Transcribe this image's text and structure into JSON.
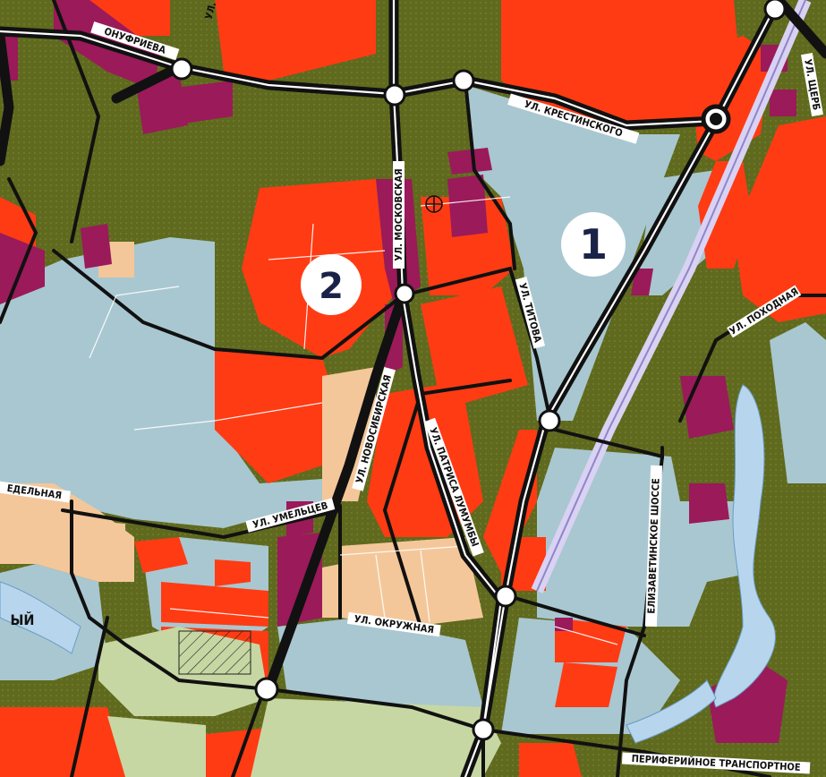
{
  "map": {
    "zone_colors": {
      "residential": "#ff3b14",
      "industrial": "#a9c7d0",
      "green": "#5f6a1e",
      "public": "#9a1a5a",
      "low_rise": "#f4c79a",
      "park": "#c7d7a3",
      "water": "#b7d6ee"
    },
    "markers": [
      {
        "id": "1",
        "label": "1"
      },
      {
        "id": "2",
        "label": "2"
      }
    ],
    "streets": {
      "onufrieva": "ОНУФРИЕВА",
      "krestinskogo": "УЛ. КРЕСТИНСКОГО",
      "moskovskaya": "УЛ. МОСКОВСКАЯ",
      "titova": "УЛ. ТИТОВА",
      "pokhodnaya": "УЛ. ПОХОДНАЯ",
      "novosibirskaya": "УЛ. НОВОСИБИРСКАЯ",
      "patrisa_lumumby": "УЛ. ПАТРИСА ЛУМУМБЫ",
      "umeltsev": "УЛ. УМЕЛЬЦЕВ",
      "nedelnaya": "ЕДЕЛЬНАЯ",
      "okruzhnaya": "УЛ. ОКРУЖНАЯ",
      "elizavetinskoe": "ЕЛИЗАВЕТИНСКОЕ ШОССЕ",
      "periferiynoe": "ПЕРИФЕРИЙНОЕ ТРАНСПОРТНОЕ",
      "shcherb": "УЛ. ЩЕРБ",
      "partial_ul": "УЛ.",
      "partial_yy": "ЫЙ"
    }
  }
}
